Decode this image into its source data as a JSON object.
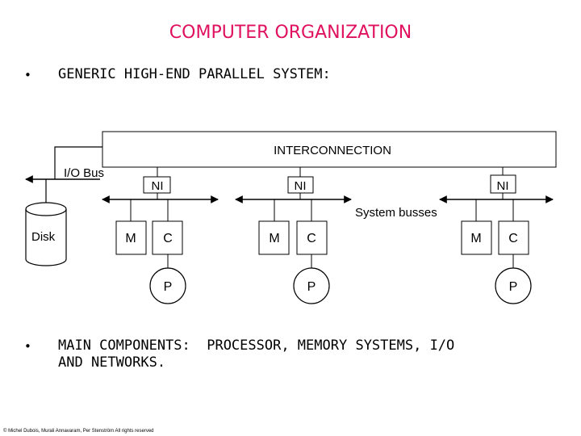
{
  "slide": {
    "title": "COMPUTER ORGANIZATION",
    "title_color": "#e0115f",
    "bullets": [
      {
        "marker": "•",
        "text": "GENERIC HIGH-END PARALLEL SYSTEM:"
      },
      {
        "marker": "•",
        "text": "MAIN COMPONENTS:  PROCESSOR, MEMORY SYSTEMS, I/O\nAND NETWORKS."
      }
    ],
    "footer": "© Michel Dubois, Murali Annavaram, Per Stenström All rights reserved"
  },
  "diagram": {
    "interconnection_label": "INTERCONNECTION",
    "io_bus_label": "I/O Bus",
    "disk_label": "Disk",
    "system_busses_label": "System busses",
    "nodes": [
      {
        "ni": "NI",
        "memory": "M",
        "cache": "C",
        "processor": "P"
      },
      {
        "ni": "NI",
        "memory": "M",
        "cache": "C",
        "processor": "P"
      },
      {
        "ni": "NI",
        "memory": "M",
        "cache": "C",
        "processor": "P"
      }
    ]
  }
}
